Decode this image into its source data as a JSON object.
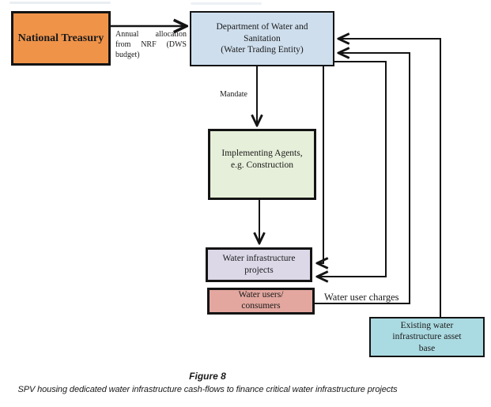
{
  "figure": {
    "nodes": {
      "national_treasury": {
        "label": "National Treasury",
        "fill": "#EF9349"
      },
      "dws": {
        "label": "Department of Water and\nSanitation\n(Water Trading Entity)",
        "fill": "#CEDEED"
      },
      "implementing_agents": {
        "label": "Implementing Agents,\ne.g. Construction",
        "fill": "#E6EFD9"
      },
      "water_projects": {
        "label": "Water infrastructure\nprojects",
        "fill": "#DCD8E8"
      },
      "water_users": {
        "label": "Water users/\nconsumers",
        "fill": "#E3A79F"
      },
      "asset_base": {
        "label": "Existing water\ninfrastructure asset\nbase",
        "fill": "#ABDBE2"
      }
    },
    "edge_labels": {
      "annual_allocation": "Annual allocation from NRF (DWS budget)",
      "mandate": "Mandate",
      "water_user_charges": "Water user charges"
    },
    "edges": [
      {
        "from": "national_treasury",
        "to": "dws",
        "label": "Annual allocation from NRF (DWS budget)"
      },
      {
        "from": "dws",
        "to": "implementing_agents",
        "label": "Mandate"
      },
      {
        "from": "implementing_agents",
        "to": "water_projects",
        "label": ""
      },
      {
        "from": "dws",
        "to": "water_projects",
        "label": ""
      },
      {
        "from": "dws",
        "to": "water_projects",
        "label": ""
      },
      {
        "from": "water_users",
        "to": "dws",
        "label": "Water user charges"
      },
      {
        "from": "asset_base",
        "to": "dws",
        "label": ""
      }
    ],
    "caption": {
      "figure_number": "Figure 8",
      "text": "SPV housing dedicated water infrastructure cash-flows to finance critical water infrastructure projects"
    },
    "colors": {
      "line": "#141414",
      "border": "#141414",
      "background": "#FFFFFF"
    }
  }
}
